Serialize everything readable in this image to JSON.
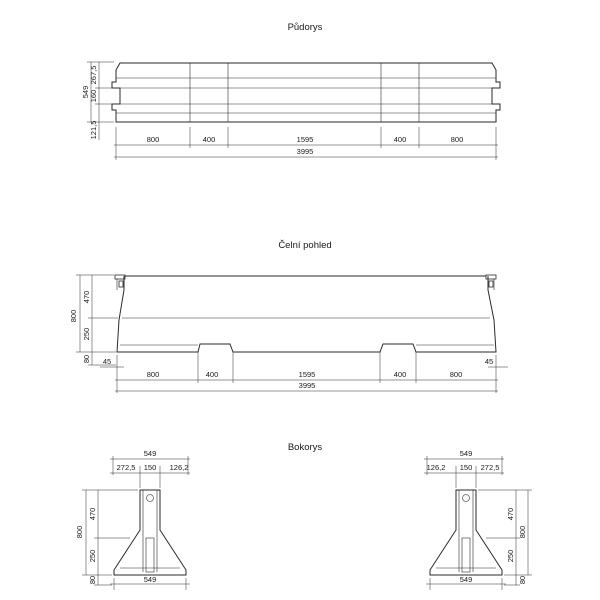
{
  "views": {
    "plan": {
      "title": "Půdorys",
      "widths": [
        "549",
        "160",
        "267,5",
        "121,5"
      ],
      "segments": [
        "800",
        "400",
        "1595",
        "400",
        "800"
      ],
      "total": "3995"
    },
    "front": {
      "title": "Čelní pohled",
      "heights": [
        "800",
        "470",
        "250",
        "80"
      ],
      "offset_left": "45",
      "offset_right": "45",
      "segments": [
        "800",
        "400",
        "1595",
        "400",
        "800"
      ],
      "total": "3995"
    },
    "side": {
      "title": "Bokorys",
      "left": {
        "top_total": "549",
        "top_parts": [
          "272,5",
          "150",
          "126,2"
        ],
        "heights": [
          "800",
          "470",
          "250",
          "80"
        ],
        "bottom": "549"
      },
      "right": {
        "top_total": "549",
        "top_parts": [
          "126,2",
          "150",
          "272,5"
        ],
        "heights": [
          "470",
          "800",
          "250",
          "80"
        ],
        "bottom": "549"
      }
    }
  }
}
